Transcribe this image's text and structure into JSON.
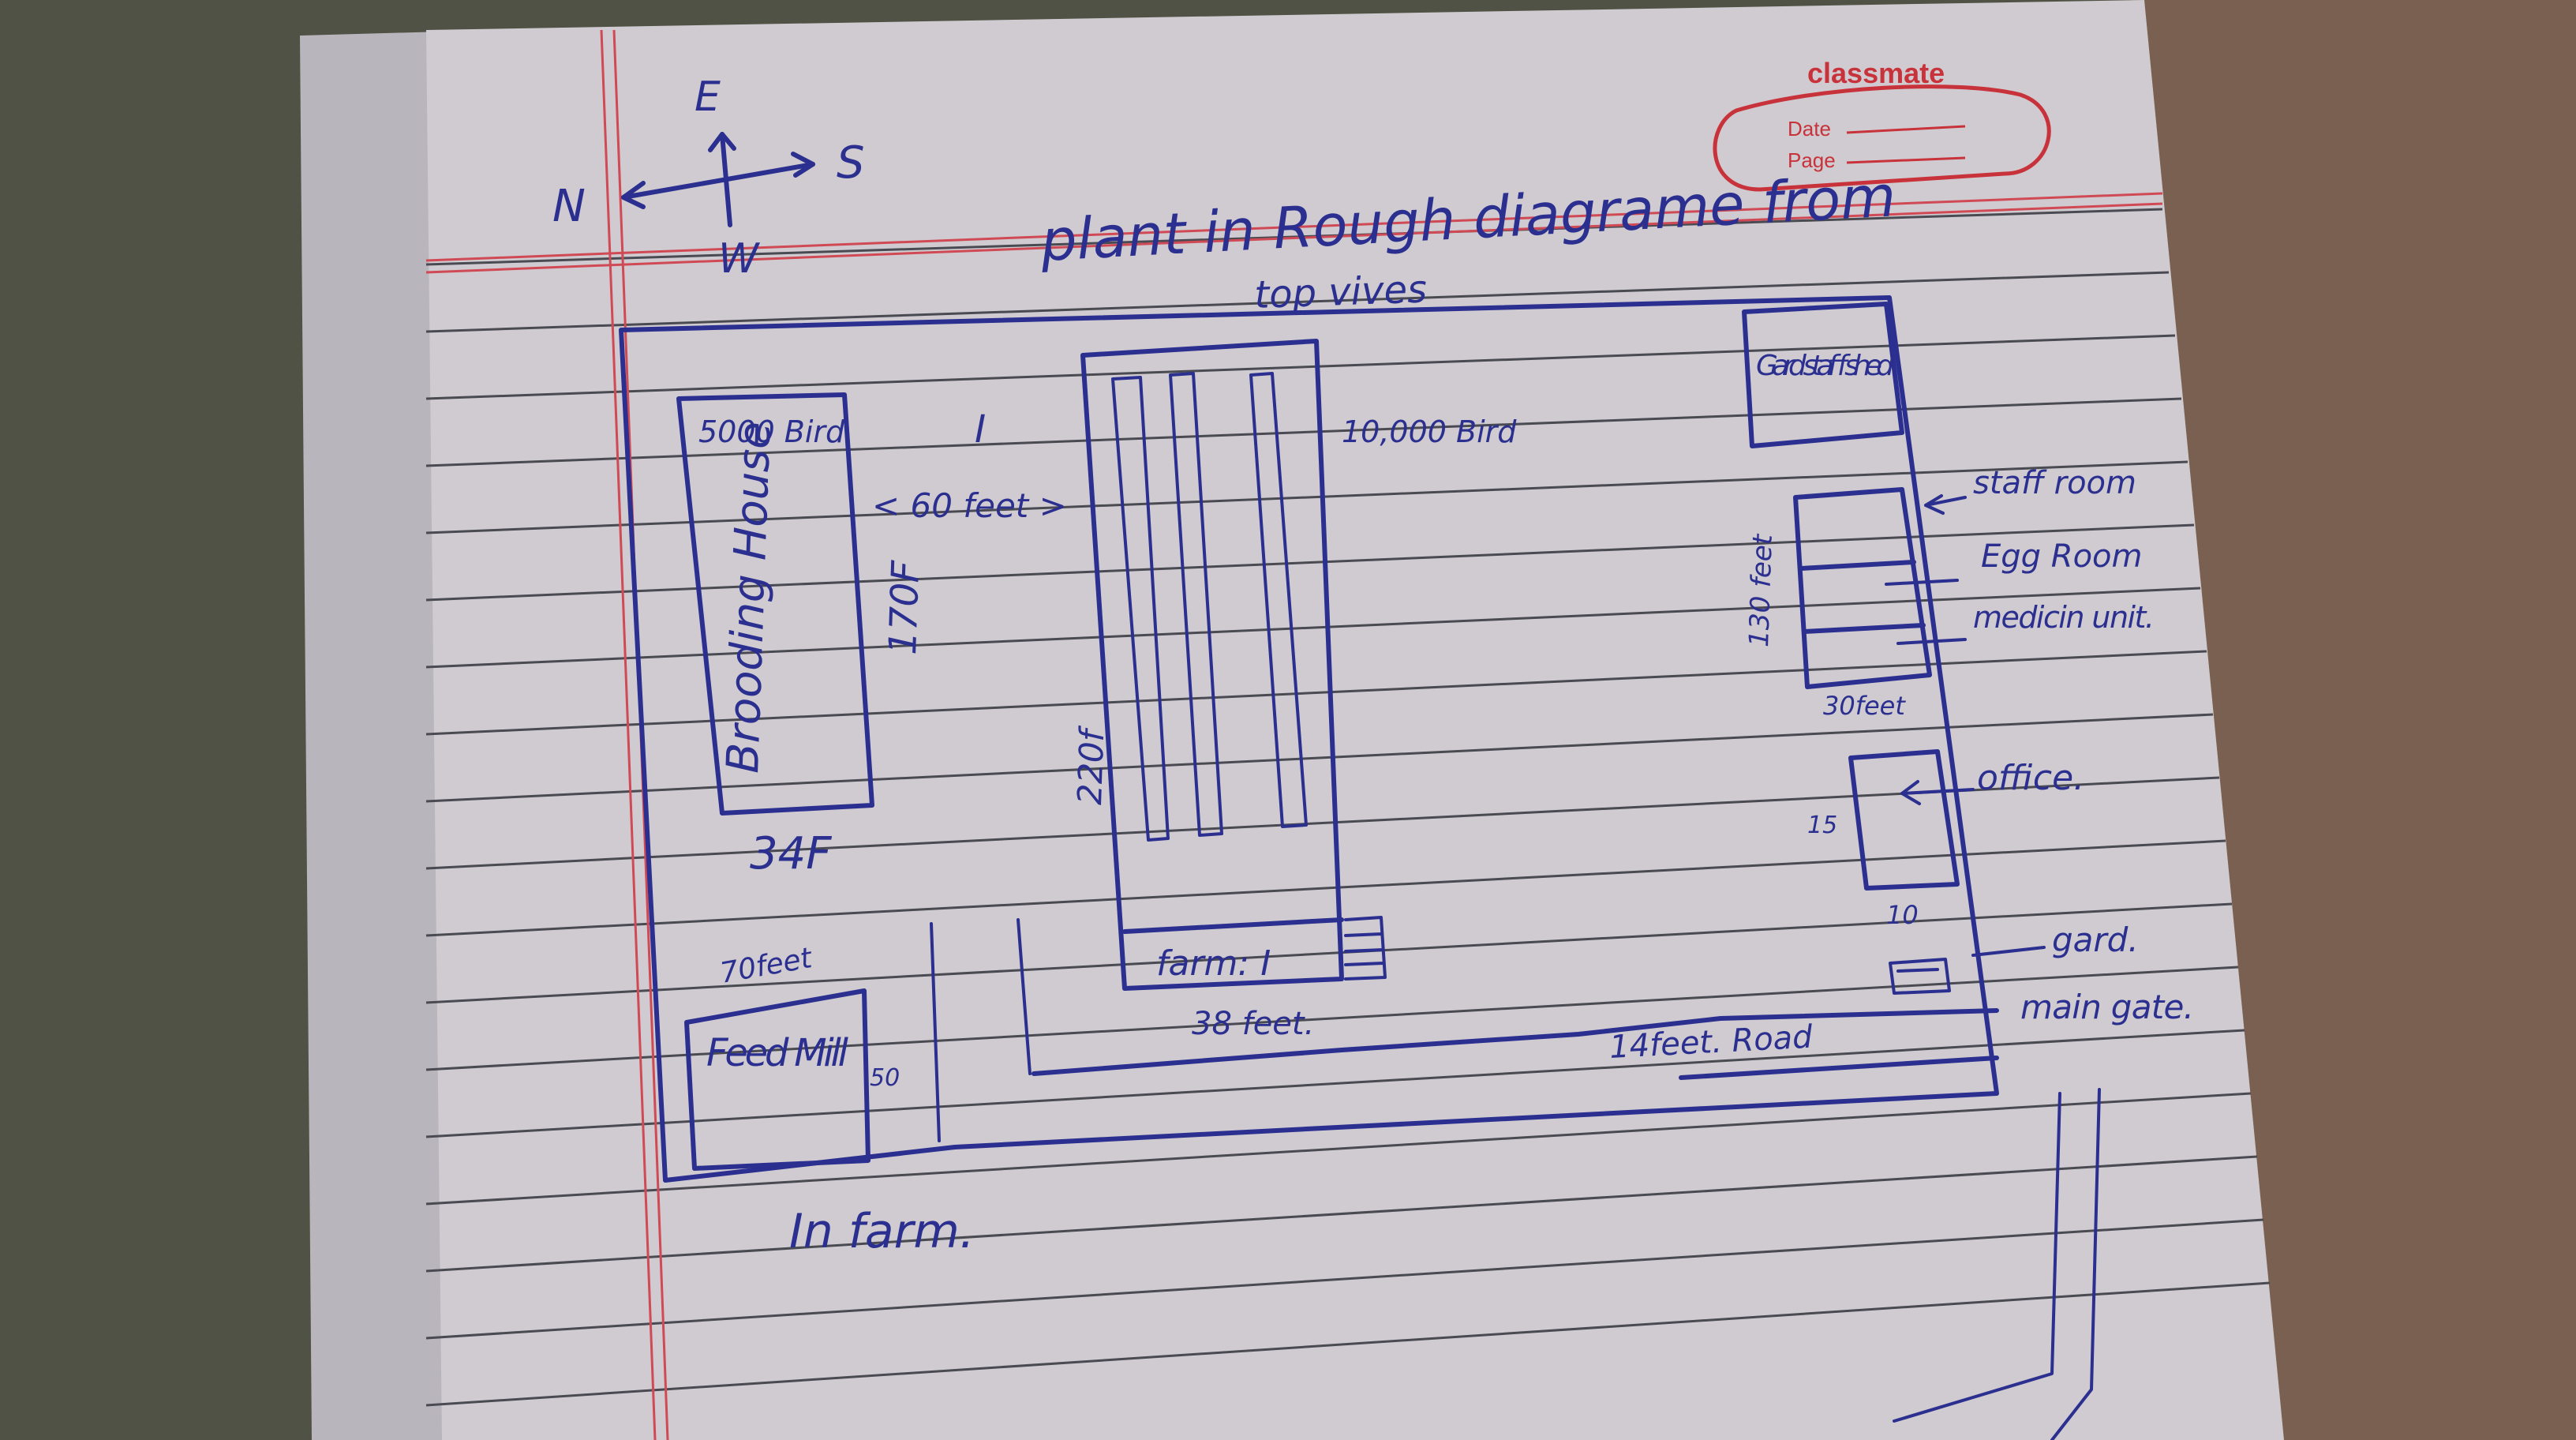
{
  "notebook": {
    "brand": "classmate",
    "date_label": "Date",
    "page_label": "Page"
  },
  "compass": {
    "north": "N",
    "south": "S",
    "east": "E",
    "west": "W"
  },
  "diagram": {
    "title": "plant in Rough diagrame from",
    "subtitle": "top vives",
    "brooding_house": {
      "capacity": "5000 Bird",
      "name": "Brooding House",
      "length": "170F",
      "width": "34F"
    },
    "gap_label": "< 60 feet >",
    "farm_marker": "I",
    "main_shed": {
      "capacity": "10,000 Bird",
      "length": "220f",
      "name": "farm: I",
      "width": "38 feet."
    },
    "guard_shed": "Gard staff shed",
    "rooms_length": "130 feet",
    "rooms_width": "30feet",
    "staff_room": "staff room",
    "egg_room": "Egg Room",
    "medicine_unit": "medicin unit.",
    "office": "office.",
    "office_length": "15",
    "office_width": "10",
    "guard": "gard.",
    "main_gate": "main gate.",
    "road": "14feet. Road",
    "feed_mill": {
      "name": "Feed Mill",
      "width": "70feet",
      "length": "50"
    },
    "footer": "In farm."
  },
  "colors": {
    "ink": "#2b2f8f",
    "paper": "#cfcbd0",
    "rule": "#3a3a40",
    "margin": "#d04a55"
  }
}
